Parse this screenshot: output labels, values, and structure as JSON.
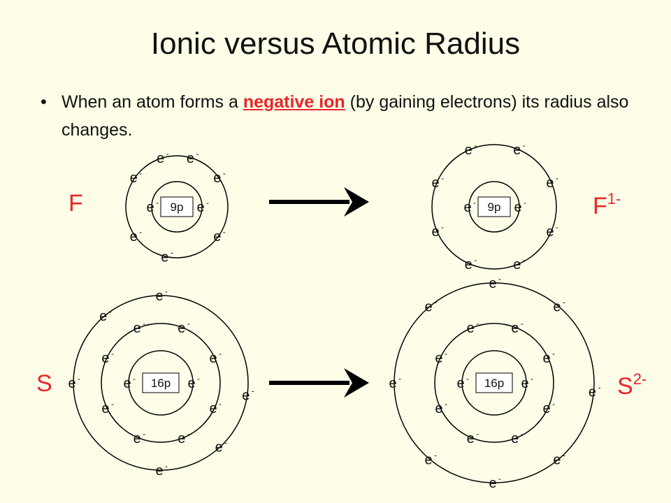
{
  "slide": {
    "title": "Ionic versus Atomic Radius",
    "bullet": {
      "before": "When an atom forms a ",
      "highlight": "negative ion",
      "after": " (by gaining electrons) its radius also changes."
    }
  },
  "diagrams": {
    "electron_symbol": "e",
    "electron_charge": "-",
    "fluorine_atom": {
      "label": "F",
      "nucleus": "9p",
      "shells": [
        2,
        7
      ]
    },
    "fluoride_ion": {
      "label": "F",
      "charge": "1-",
      "nucleus": "9p",
      "shells": [
        2,
        8
      ]
    },
    "sulfur_atom": {
      "label": "S",
      "nucleus": "16p",
      "shells": [
        2,
        8,
        6
      ]
    },
    "sulfide_ion": {
      "label": "S",
      "charge": "2-",
      "nucleus": "16p",
      "shells": [
        2,
        8,
        8
      ]
    }
  },
  "colors": {
    "background": "#fdfde8",
    "accent": "#e8262b",
    "ink": "#111111"
  },
  "icons": {
    "arrow": "right-arrow-icon"
  }
}
